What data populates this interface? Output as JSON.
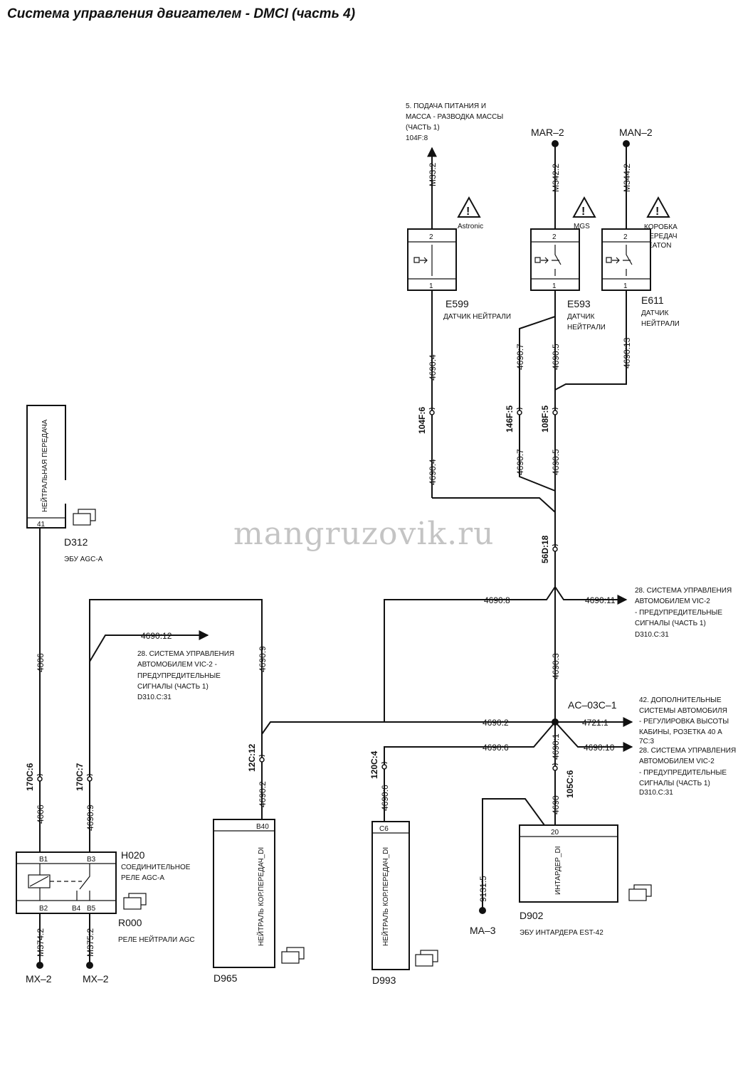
{
  "title": "Система управления двигателем - DMCI (часть 4)",
  "watermark": "mangruzovik.ru",
  "grounds": {
    "mar2": "MAR–2",
    "man2": "MAN–2",
    "mx2_a": "MX–2",
    "mx2_b": "MX–2",
    "ma3": "MA–3"
  },
  "refs": {
    "power_ref": [
      "5. ПОДАЧА ПИТАНИЯ И",
      "МАССА - РАЗВОДКА МАССЫ",
      "(ЧАСТЬ 1)",
      "104F:8"
    ],
    "vic_right_top": [
      "28. СИСТЕМА УПРАВЛЕНИЯ",
      "АВТОМОБИЛЕМ VIC-2",
      "- ПРЕДУПРЕДИТЕЛЬНЫЕ",
      "СИГНАЛЫ (ЧАСТЬ 1)",
      "D310.C:31"
    ],
    "vic_left": [
      "28. СИСТЕМА УПРАВЛЕНИЯ",
      "АВТОМОБИЛЕМ VIC-2 -",
      "ПРЕДУПРЕДИТЕЛЬНЫЕ",
      "СИГНАЛЫ (ЧАСТЬ 1)",
      "D310.C:31"
    ],
    "extra_systems": [
      "42. ДОПОЛНИТЕЛЬНЫЕ",
      "СИСТЕМЫ АВТОМОБИЛЯ",
      "- РЕГУЛИРОВКА ВЫСОТЫ",
      "КАБИНЫ, РОЗЕТКА 40 А",
      "7C:3"
    ],
    "vic_right_bottom": [
      "28. СИСТЕМА УПРАВЛЕНИЯ",
      "АВТОМОБИЛЕМ VIC-2",
      "- ПРЕДУПРЕДИТЕЛЬНЫЕ",
      "СИГНАЛЫ (ЧАСТЬ 1)",
      "D310.C:31"
    ]
  },
  "warnings": {
    "astronic": "Astronic",
    "mgs": "MGS",
    "eaton": [
      "КОРОБКА",
      "ПЕРЕДАЧ",
      "EATON"
    ]
  },
  "components": {
    "e599": {
      "id": "E599",
      "desc": [
        "ДАТЧИК НЕЙТРАЛИ"
      ],
      "pin_top": "2",
      "pin_bottom": "1"
    },
    "e593": {
      "id": "E593",
      "desc": [
        "ДАТЧИК",
        "НЕЙТРАЛИ"
      ],
      "pin_top": "2",
      "pin_bottom": "1"
    },
    "e611": {
      "id": "E611",
      "desc": [
        "ДАТЧИК",
        "НЕЙТРАЛИ"
      ],
      "pin_top": "2",
      "pin_bottom": "1"
    },
    "d312": {
      "id": "D312",
      "desc": "ЭБУ AGC-A",
      "inner": "НЕЙТРАЛЬНАЯ ПЕРЕДАЧА",
      "pin": "41"
    },
    "h020": {
      "id": "H020",
      "desc": [
        "СОЕДИНИТЕЛЬНОЕ",
        "РЕЛЕ AGC-A"
      ],
      "pins": [
        "B1",
        "B3",
        "B2",
        "B4",
        "B5"
      ]
    },
    "r000": {
      "id": "R000",
      "desc": "РЕЛЕ НЕЙТРАЛИ AGC"
    },
    "d965": {
      "id": "D965",
      "inner": "НЕЙТРАЛЬ КОР.ПЕРЕДАЧ_DI",
      "pin": "B40"
    },
    "d993": {
      "id": "D993",
      "inner": "НЕЙТРАЛЬ КОР.ПЕРЕДАЧ_DI",
      "pin": "C6"
    },
    "d902": {
      "id": "D902",
      "desc": "ЭБУ ИНТАРДЕРА EST-42",
      "inner": "ИНТАРДЕР_DI",
      "pin": "20"
    }
  },
  "wires": {
    "m33_2": "M33:2",
    "m342_2": "M342:2",
    "m344_2": "M344:2",
    "w4690_4a": "4690:4",
    "w4690_4b": "4690:4",
    "w4690_7a": "4690:7",
    "w4690_7b": "4690:7",
    "w4690_5a": "4690:5",
    "w4690_5b": "4690:5",
    "w4690_13": "4690:13",
    "w4690_8": "4690:8",
    "w4690_11": "4690:11",
    "w4690_3": "4690:3",
    "w4690_12": "4690:12",
    "w4690_9a": "4690:9",
    "w4690_9b": "4690:9",
    "w4690_2a": "4690:2",
    "w4690_2b": "4690:2",
    "w4721_1": "4721:1",
    "w4690_6a": "4690:6",
    "w4690_6b": "4690:6",
    "w4690_10": "4690:10",
    "w4690_1": "4690:1",
    "w4690_ic": "4690",
    "w4006a": "4006",
    "w4006b": "4006",
    "w9131_5": "9131:5",
    "m374_2": "M374:2",
    "m375_2": "M375:2"
  },
  "connectors": {
    "c104f6": "104F:6",
    "c146f5": "146F:5",
    "c108f5": "108F:5",
    "c56d18": "56D:18",
    "c170c6": "170C:6",
    "c170c7": "170C:7",
    "c12c12": "12C:12",
    "c120c4": "120C:4",
    "c105c6": "105C:6",
    "splice": "AC–03C–1"
  }
}
